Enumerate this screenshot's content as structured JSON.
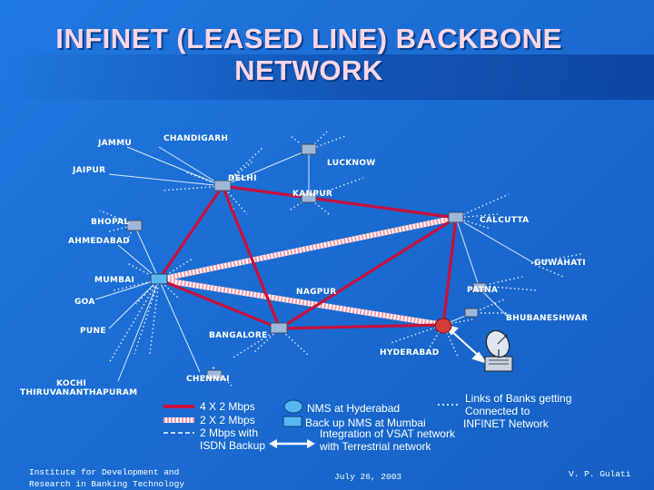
{
  "title": {
    "line1": "INFINET (LEASED LINE) BACKBONE",
    "line2": "NETWORK"
  },
  "cities": {
    "jammu": "JAMMU",
    "chandigarh": "CHANDIGARH",
    "jaipur": "JAIPUR",
    "lucknow": "LUCKNOW",
    "delhi": "DELHI",
    "kanpur": "KANPUR",
    "bhopal": "BHOPAL",
    "calcutta": "CALCUTTA",
    "ahmedabad": "AHMEDABAD",
    "guwahati": "GUWAHATI",
    "mumbai": "MUMBAI",
    "patna": "PATNA",
    "nagpur": "NAGPUR",
    "goa": "GOA",
    "bhubaneshwar": "BHUBANESHWAR",
    "pune": "PUNE",
    "bangalore": "BANGALORE",
    "hyderabad": "HYDERABAD",
    "chennai": "CHENNAI",
    "kochi": "KOCHI",
    "thiruvananthapuram": "THIRUVANANTHAPURAM"
  },
  "legend": {
    "link_4x2": "4 X 2 Mbps",
    "link_2x2": "2 X 2 Mbps",
    "link_2mbps": "2 Mbps with",
    "isdn": "ISDN Backup",
    "nms_hyd": "NMS at Hyderabad",
    "nms_mum": "Back up NMS at Mumbai",
    "vsat_line1": "Integration of VSAT network",
    "vsat_line2": "with Terrestrial network",
    "banks_line1": "Links of Banks getting",
    "banks_line2": "Connected to",
    "banks_line3": "INFINET Network"
  },
  "footer": {
    "institute_line1": "Institute for Development and",
    "institute_line2": "Research in Banking Technology",
    "date": "July 26, 2003",
    "author": "V. P. Gulati"
  },
  "colors": {
    "background": "#1b6fd6",
    "title": "#ffd7e6",
    "backbone_4x2": "#c8103c",
    "backbone_2x2": "#ff9aa8",
    "node": "#9fb7d8",
    "nms": "#57b8f0"
  }
}
